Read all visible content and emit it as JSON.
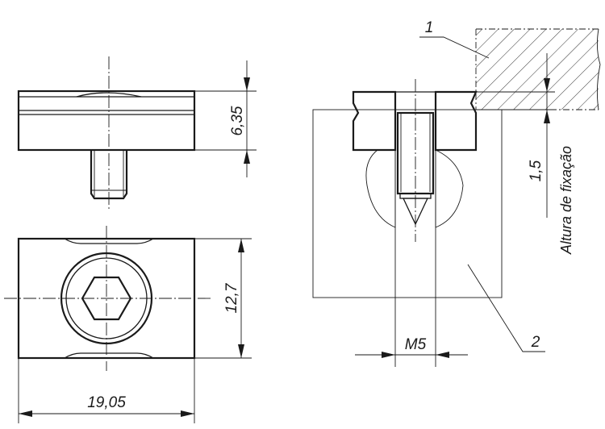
{
  "dimensions": {
    "height_top": "6,35",
    "width_side": "12,7",
    "length_bottom": "19,05",
    "thread": "M5",
    "mount_height": "1,5",
    "mount_height_label": "Altura de fixação"
  },
  "callouts": {
    "part_1": "1",
    "part_2": "2"
  }
}
